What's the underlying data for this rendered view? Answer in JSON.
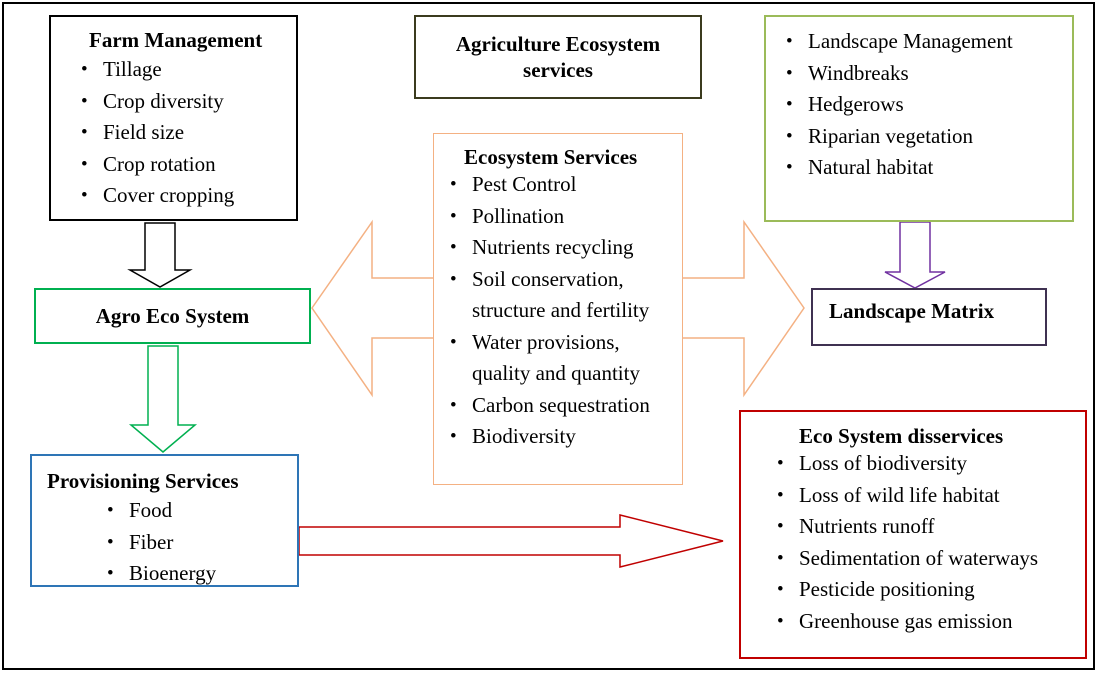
{
  "title_box": {
    "text": "Agriculture Ecosystem services"
  },
  "farm_management": {
    "title": "Farm Management",
    "items": [
      "Tillage",
      "Crop diversity",
      "Field size",
      "Crop rotation",
      "Cover cropping"
    ]
  },
  "landscape_management": {
    "items": [
      "Landscape Management",
      "Windbreaks",
      "Hedgerows",
      "Riparian vegetation",
      "Natural habitat"
    ]
  },
  "ecosystem_services": {
    "title": "Ecosystem Services",
    "items": [
      "Pest Control",
      "Pollination",
      "Nutrients recycling",
      "Soil conservation, structure and fertility",
      "Water provisions, quality and quantity",
      "Carbon sequestration",
      "Biodiversity"
    ]
  },
  "agro_eco_system": {
    "label": "Agro Eco System"
  },
  "landscape_matrix": {
    "label": "Landscape Matrix"
  },
  "provisioning_services": {
    "title": "Provisioning Services",
    "items": [
      "Food",
      "Fiber",
      "Bioenergy"
    ]
  },
  "disservices": {
    "title": "Eco System disservices",
    "items": [
      "Loss of biodiversity",
      "Loss of wild life habitat",
      "Nutrients runoff",
      "Sedimentation of waterways",
      "Pesticide positioning",
      "Greenhouse gas emission"
    ]
  },
  "colors": {
    "black": "#000000",
    "olive": "#3b3b1e",
    "light_green": "#9bbb59",
    "green": "#00b050",
    "blue": "#2e75b6",
    "orange": "#f4b183",
    "purple": "#7030a0",
    "dark_purple": "#3f3151",
    "red": "#c00000"
  }
}
